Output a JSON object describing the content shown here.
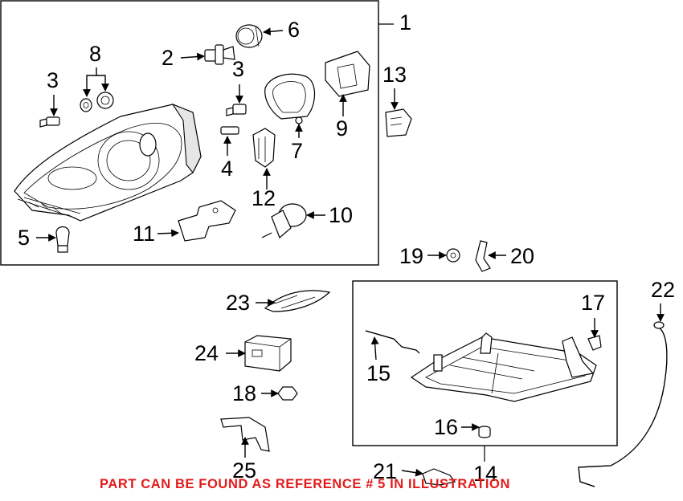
{
  "diagram": {
    "callouts": {
      "c1": "1",
      "c2": "2",
      "c3a": "3",
      "c3b": "3",
      "c4": "4",
      "c5": "5",
      "c6": "6",
      "c7": "7",
      "c8": "8",
      "c9": "9",
      "c10": "10",
      "c11": "11",
      "c12": "12",
      "c13": "13",
      "c14": "14",
      "c15": "15",
      "c16": "16",
      "c17": "17",
      "c18": "18",
      "c19": "19",
      "c20": "20",
      "c21": "21",
      "c22": "22",
      "c23": "23",
      "c24": "24",
      "c25": "25"
    },
    "notice": "PART CAN BE FOUND AS REFERENCE # 5 IN ILLUSTRATION",
    "notice_color": "#e31b1b"
  }
}
